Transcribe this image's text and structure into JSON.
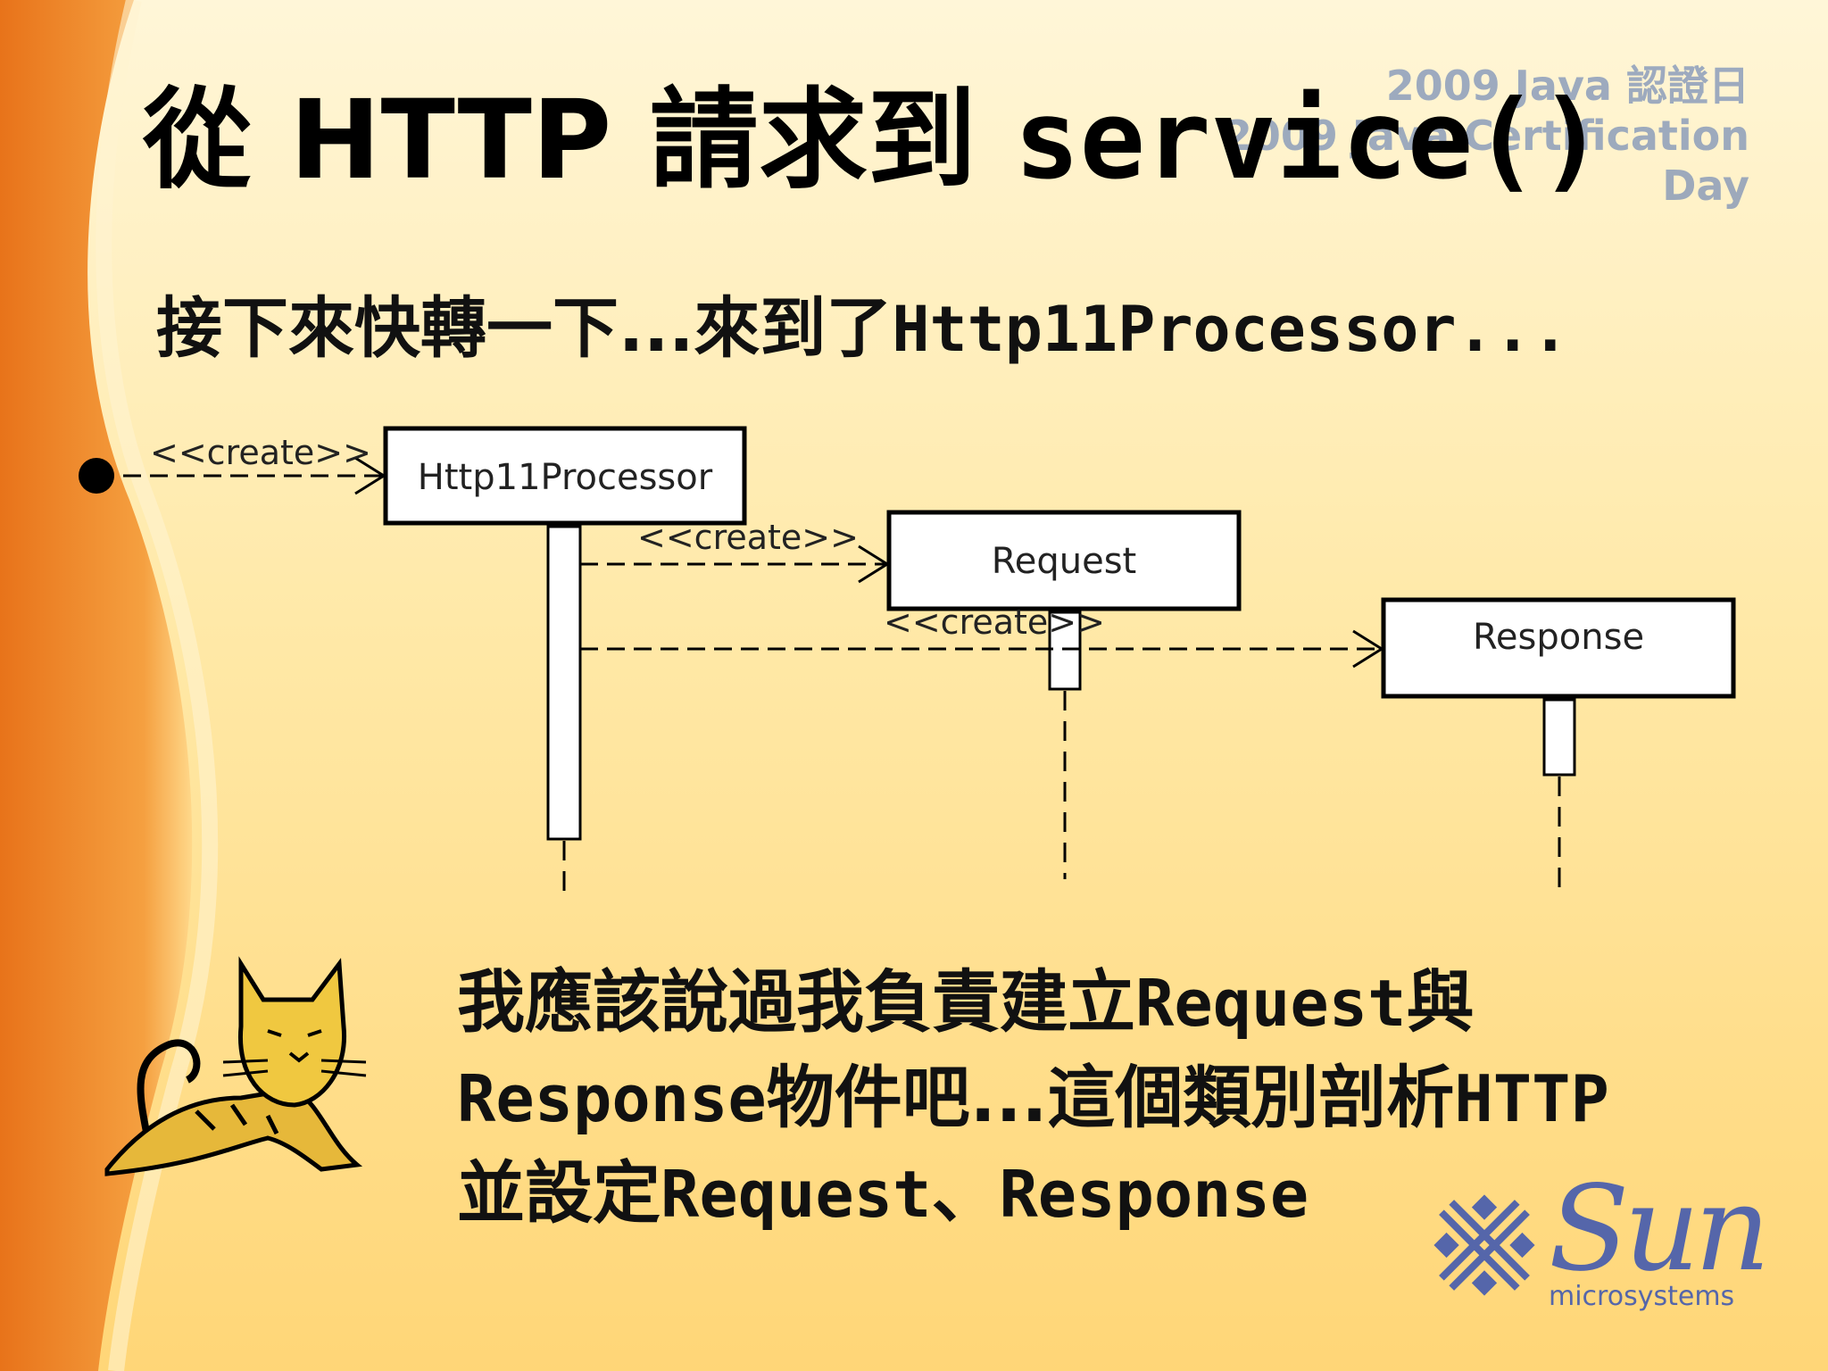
{
  "watermark": {
    "line1": "2009 Java 認證日",
    "line2": "2009 Java Certification Day"
  },
  "title": {
    "prefix": "從 HTTP 請求到 ",
    "code": "service()"
  },
  "subtitle": {
    "prefix": "接下來快轉一下...來到了",
    "code": "Http11Processor..."
  },
  "diagram": {
    "actor_message": "<<create>>",
    "objects": [
      {
        "name": "Http11Processor"
      },
      {
        "name": "Request"
      },
      {
        "name": "Response"
      }
    ],
    "messages": [
      {
        "label": "<<create>>",
        "from": "Http11Processor",
        "to": "Request"
      },
      {
        "label": "<<create>>",
        "from": "Http11Processor",
        "to": "Response"
      }
    ]
  },
  "speech": {
    "line1_text": "我應該說過我負責建立",
    "line1_code": "Request",
    "line1_tail": "與",
    "line2_code": "Response",
    "line2_text": "物件吧...這個類別剖析",
    "line2_code2": "HTTP",
    "line3_text": "並設定",
    "line3_code": "Request",
    "line3_sep": "、",
    "line3_code2": "Response"
  },
  "logo": {
    "word": "Sun",
    "sub": "microsystems"
  },
  "colors": {
    "accent_orange": "#f08a20",
    "logo_blue": "#5566aa"
  },
  "icons": {
    "mascot": "tomcat-cat-icon",
    "sun_logo": "sun-logo-icon"
  }
}
